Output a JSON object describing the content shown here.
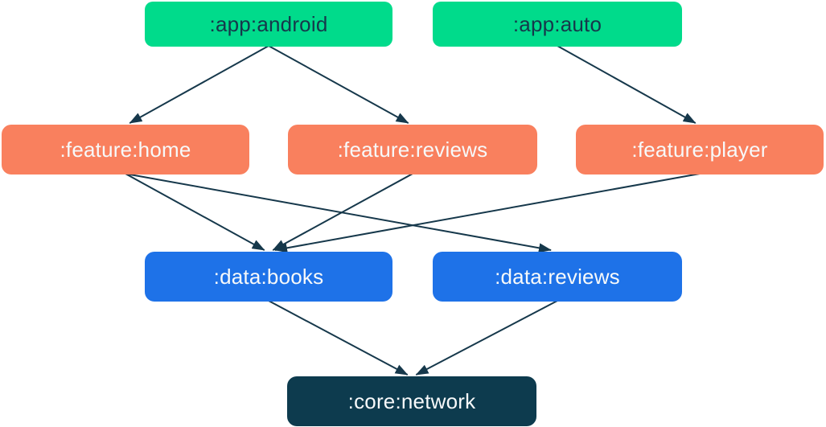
{
  "diagram": {
    "type": "module-dependency-graph",
    "nodes": {
      "app_android": {
        "id": "app-android",
        "label": ":app:android",
        "type": "app"
      },
      "app_auto": {
        "id": "app-auto",
        "label": ":app:auto",
        "type": "app"
      },
      "feature_home": {
        "id": "feature-home",
        "label": ":feature:home",
        "type": "feature"
      },
      "feature_reviews": {
        "id": "feature-reviews",
        "label": ":feature:reviews",
        "type": "feature"
      },
      "feature_player": {
        "id": "feature-player",
        "label": ":feature:player",
        "type": "feature"
      },
      "data_books": {
        "id": "data-books",
        "label": ":data:books",
        "type": "data"
      },
      "data_reviews": {
        "id": "data-reviews",
        "label": ":data:reviews",
        "type": "data"
      },
      "core_network": {
        "id": "core-network",
        "label": ":core:network",
        "type": "core"
      }
    },
    "edges": [
      {
        "from": "app-android",
        "to": "feature-home"
      },
      {
        "from": "app-android",
        "to": "feature-reviews"
      },
      {
        "from": "app-auto",
        "to": "feature-player"
      },
      {
        "from": "feature-home",
        "to": "data-books"
      },
      {
        "from": "feature-home",
        "to": "data-reviews"
      },
      {
        "from": "feature-reviews",
        "to": "data-books"
      },
      {
        "from": "feature-player",
        "to": "data-books"
      },
      {
        "from": "data-books",
        "to": "core-network"
      },
      {
        "from": "data-reviews",
        "to": "core-network"
      }
    ],
    "colors": {
      "background": "#FFFFFF",
      "app": "#00DB8B",
      "feature": "#F9805E",
      "data": "#1E72E8",
      "core": "#0D3B4E",
      "arrow": "#16384B",
      "text_on_app": "#16384B",
      "text_light": "#F7F9FA"
    }
  }
}
